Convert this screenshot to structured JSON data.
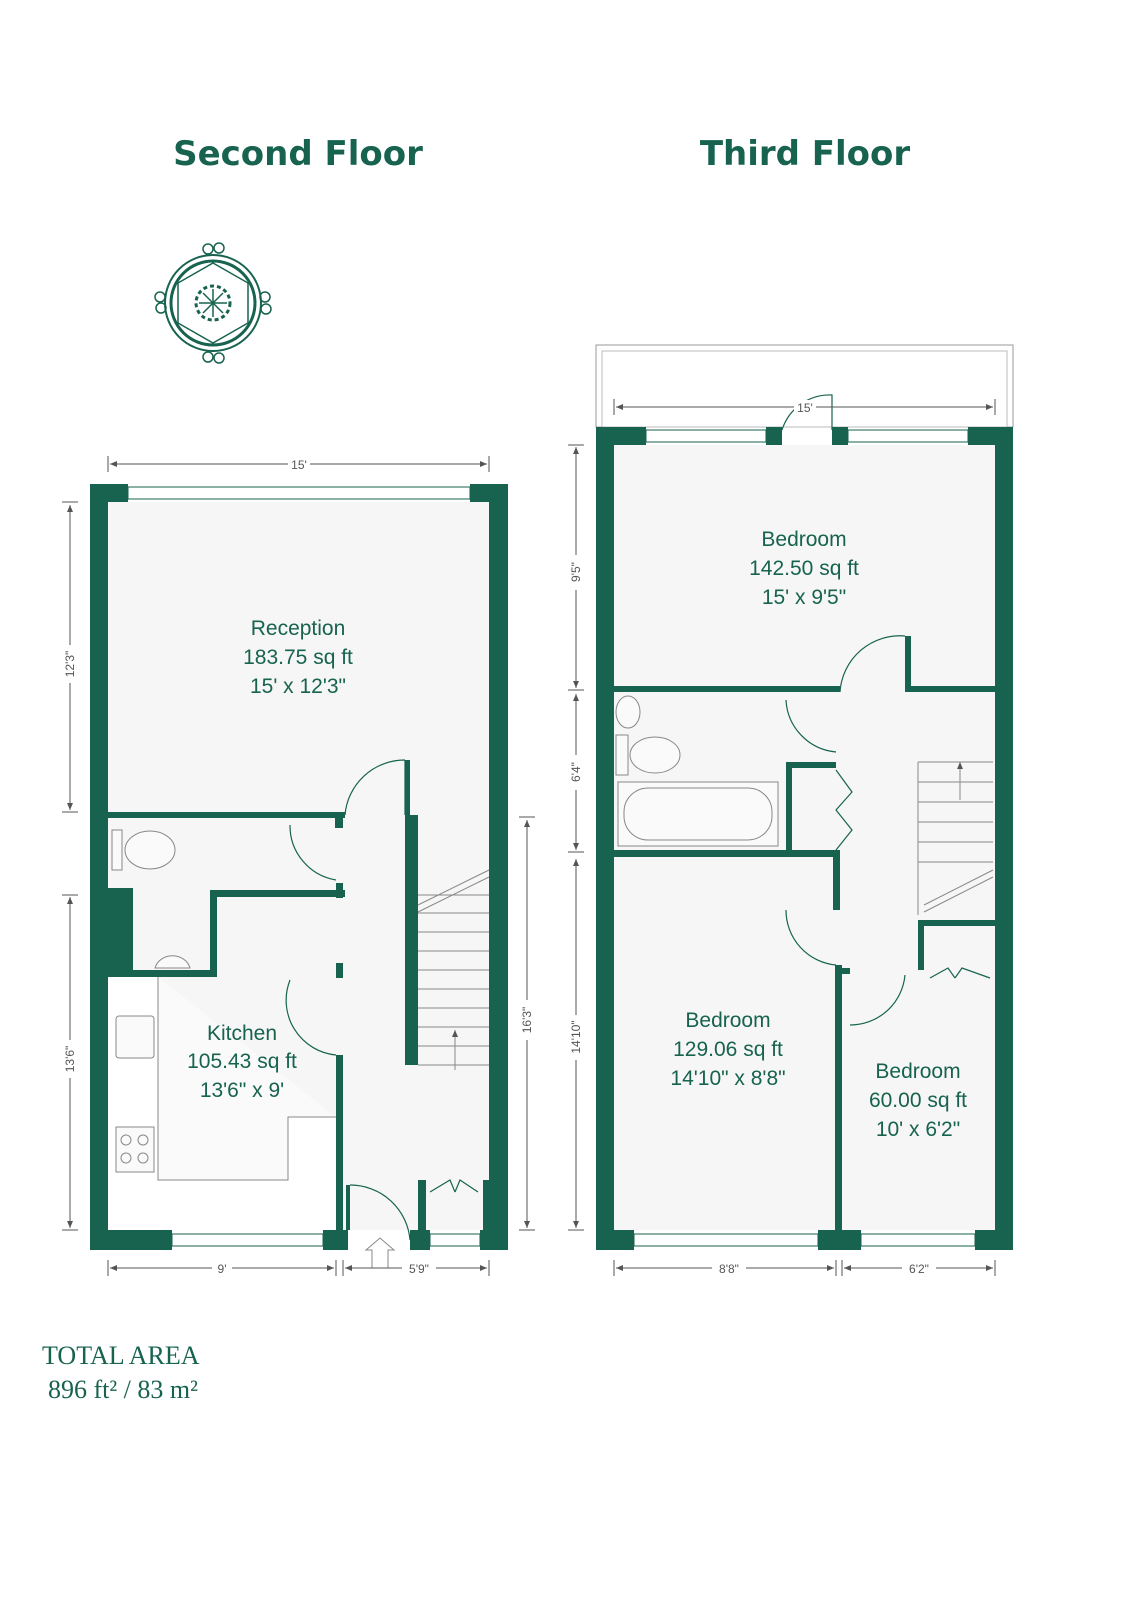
{
  "colors": {
    "wall": "#17634f",
    "floor": "#f5f6f5"
  },
  "second_floor": {
    "title": "Second Floor",
    "rooms": [
      {
        "name": "Reception",
        "area": "183.75 sq ft",
        "size": "15' x 12'3\""
      },
      {
        "name": "Kitchen",
        "area": "105.43 sq ft",
        "size": "13'6\" x 9'"
      }
    ],
    "dimensions": {
      "top": "15'",
      "left_upper": "12'3\"",
      "left_lower": "13'6\"",
      "right": "16'3\"",
      "bottom_left": "9'",
      "bottom_right": "5'9\""
    }
  },
  "third_floor": {
    "title": "Third Floor",
    "rooms": [
      {
        "name": "Bedroom",
        "area": "142.50 sq ft",
        "size": "15' x 9'5\""
      },
      {
        "name": "Bedroom",
        "area": "129.06 sq ft",
        "size": "14'10\" x 8'8\""
      },
      {
        "name": "Bedroom",
        "area": "60.00 sq ft",
        "size": "10' x 6'2\""
      }
    ],
    "dimensions": {
      "top": "15'",
      "left_upper": "9'5\"",
      "left_middle": "6'4\"",
      "left_lower": "14'10\"",
      "bottom_left": "8'8\"",
      "bottom_right": "6'2\""
    }
  },
  "compass": {
    "icon": "compass-rose-icon"
  },
  "total": {
    "label": "TOTAL AREA",
    "value": "896 ft² / 83 m²"
  }
}
